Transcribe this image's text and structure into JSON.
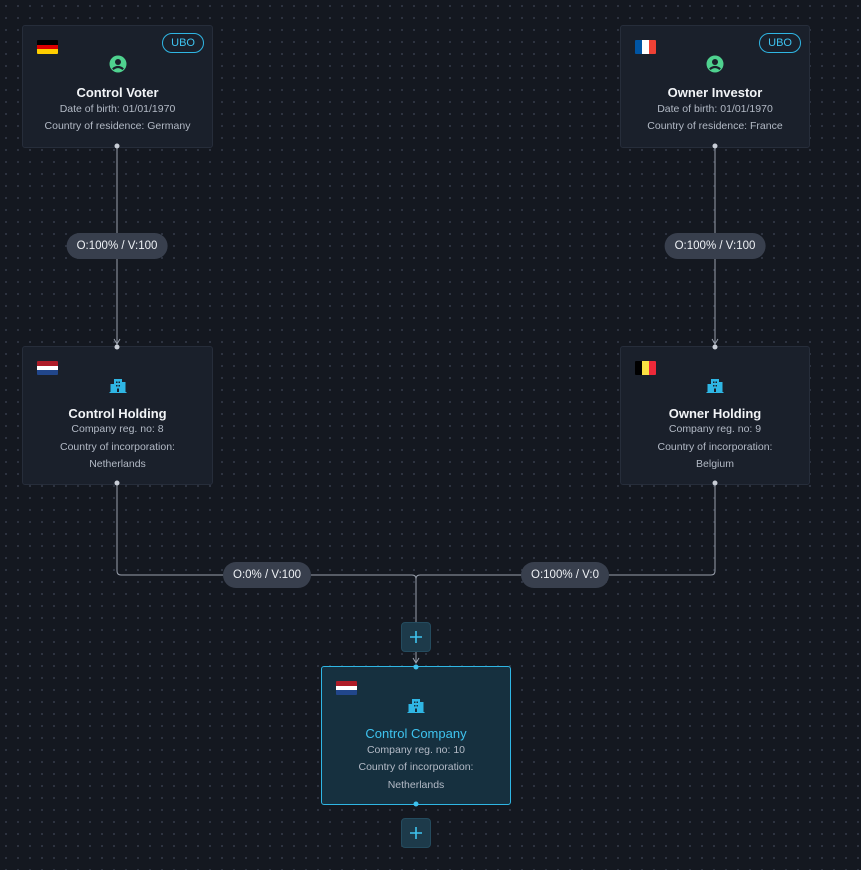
{
  "colors": {
    "background": "#141820",
    "node_bg": "#1a202b",
    "selected_border": "#2fb6e4",
    "accent": "#3ec3ef",
    "person_icon": "#4fd28f",
    "edge": "#9aa1ad",
    "label_bg": "#383f4d"
  },
  "nodes": [
    {
      "id": "control-voter",
      "kind": "person",
      "icon": "user-circle-icon",
      "flag": "germany",
      "ubo": "UBO",
      "title": "Control Voter",
      "lines": [
        "Date of birth: 01/01/1970",
        "Country of residence: Germany"
      ]
    },
    {
      "id": "owner-investor",
      "kind": "person",
      "icon": "user-circle-icon",
      "flag": "france",
      "ubo": "UBO",
      "title": "Owner Investor",
      "lines": [
        "Date of birth: 01/01/1970",
        "Country of residence: France"
      ]
    },
    {
      "id": "control-holding",
      "kind": "company",
      "icon": "building-icon",
      "flag": "netherlands",
      "title": "Control Holding",
      "lines": [
        "Company reg. no: 8",
        "Country of incorporation:",
        "Netherlands"
      ]
    },
    {
      "id": "owner-holding",
      "kind": "company",
      "icon": "building-icon",
      "flag": "belgium",
      "title": "Owner Holding",
      "lines": [
        "Company reg. no: 9",
        "Country of incorporation:",
        "Belgium"
      ]
    },
    {
      "id": "control-company",
      "kind": "company",
      "icon": "building-icon",
      "flag": "netherlands",
      "selected": true,
      "title": "Control Company",
      "lines": [
        "Company reg. no: 10",
        "Country of incorporation:",
        "Netherlands"
      ]
    }
  ],
  "edges": [
    {
      "from": "control-voter",
      "to": "control-holding",
      "label": "O:100% / V:100"
    },
    {
      "from": "owner-investor",
      "to": "owner-holding",
      "label": "O:100% / V:100"
    },
    {
      "from": "control-holding",
      "to": "control-company",
      "label": "O:0% / V:100"
    },
    {
      "from": "owner-holding",
      "to": "control-company",
      "label": "O:100% / V:0"
    }
  ],
  "buttons": {
    "add_parent_icon": "plus-icon",
    "add_child_icon": "plus-icon"
  }
}
